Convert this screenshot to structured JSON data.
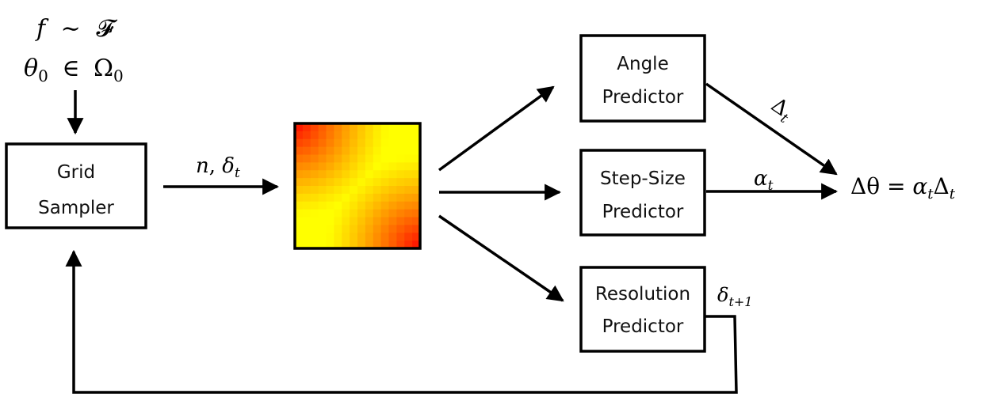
{
  "inputs": {
    "line1": {
      "lhs": "f",
      "rel": "∼",
      "rhs": "𝓕"
    },
    "line2": {
      "lhs": "θ",
      "sub": "0",
      "rel": "∈",
      "rhs": "Ω",
      "rhs_sub": "0"
    }
  },
  "boxes": {
    "grid_sampler": {
      "line1": "Grid",
      "line2": "Sampler"
    },
    "angle_predictor": {
      "line1": "Angle",
      "line2": "Predictor"
    },
    "step_size_predictor": {
      "line1": "Step-Size",
      "line2": "Predictor"
    },
    "resolution_predictor": {
      "line1": "Resolution",
      "line2": "Predictor"
    }
  },
  "edge_labels": {
    "sampler_to_grid": {
      "a": "n",
      "sep": ", ",
      "b": "δ",
      "b_sub": "t"
    },
    "angle_out": {
      "sym": "Δ",
      "sub": "t"
    },
    "step_out": {
      "sym": "α",
      "sub": "t"
    },
    "resolution_out": {
      "sym": "δ",
      "sub": "t+1"
    }
  },
  "output": {
    "lhs": "Δθ",
    "eq": " = ",
    "r1": "α",
    "r1_sub": "t",
    "r2": "Δ",
    "r2_sub": "t"
  },
  "heatmap": {
    "description_colors": {
      "dark": "#e8000a",
      "mid": "#ff8c00",
      "light": "#ffff00"
    },
    "border_color": "#000000"
  }
}
